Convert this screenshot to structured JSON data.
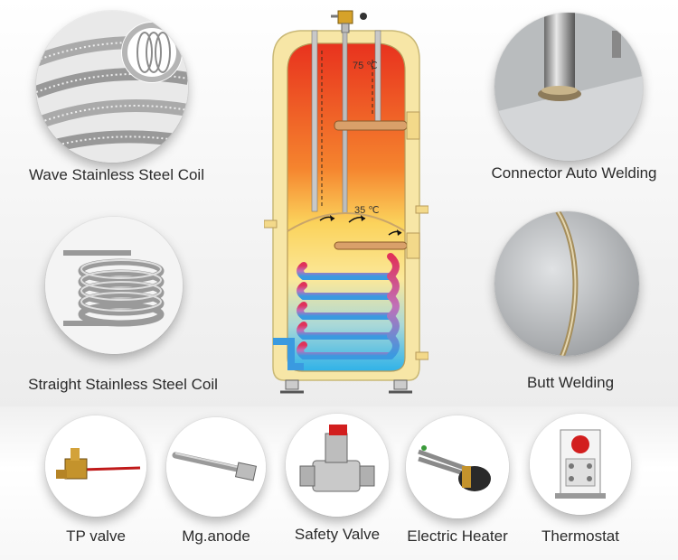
{
  "features": {
    "wave_coil": "Wave Stainless Steel Coil",
    "straight_coil": "Straight Stainless Steel Coil",
    "connector_welding": "Connector Auto Welding",
    "butt_welding": "Butt Welding"
  },
  "tank": {
    "temp_top": "75 ℃",
    "temp_mid": "35 ℃"
  },
  "accessories": [
    {
      "label": "TP valve",
      "icon": "tp-valve-icon"
    },
    {
      "label": "Mg.anode",
      "icon": "mg-anode-icon"
    },
    {
      "label": "Safety Valve",
      "icon": "safety-valve-icon"
    },
    {
      "label": "Electric Heater",
      "icon": "electric-heater-icon"
    },
    {
      "label": "Thermostat",
      "icon": "thermostat-icon"
    }
  ],
  "colors": {
    "hot": "#e8321e",
    "warm": "#f6c64a",
    "cold": "#3fb8e6",
    "shell": "#f7e6a6"
  }
}
